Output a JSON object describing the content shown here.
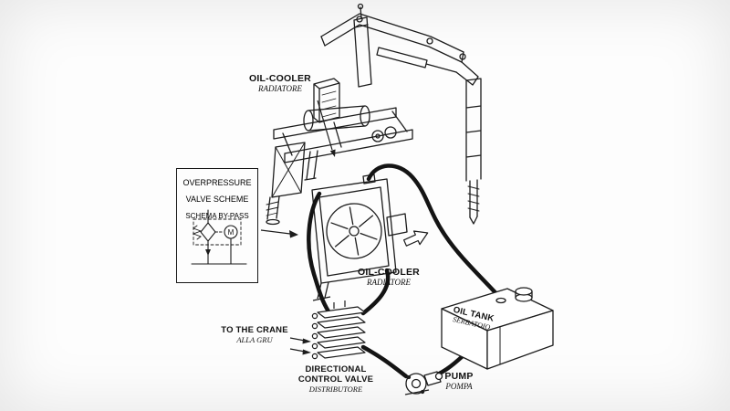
{
  "page": {
    "background": "#ffffff",
    "ink_color": "#1c1c1c"
  },
  "labels": {
    "oil_cooler_top": {
      "title": "OIL-COOLER",
      "subtitle": "RADIATORE"
    },
    "overpressure_box": {
      "title_line1": "OVERPRESSURE",
      "title_line2": "VALVE SCHEME",
      "subtitle": "SCHEMA BY-PASS",
      "motor_letter": "M"
    },
    "oil_cooler_main": {
      "title": "OIL-COOLER",
      "subtitle": "RADIATORE"
    },
    "to_the_crane": {
      "title": "TO THE CRANE",
      "subtitle": "ALLA GRU"
    },
    "directional_valve": {
      "title_line1": "DIRECTIONAL",
      "title_line2": "CONTROL VALVE",
      "subtitle": "DISTRIBUTORE"
    },
    "pump": {
      "title": "PUMP",
      "subtitle": "POMPA"
    },
    "oil_tank": {
      "title": "OIL TANK",
      "subtitle": "SERBATOIO"
    }
  }
}
